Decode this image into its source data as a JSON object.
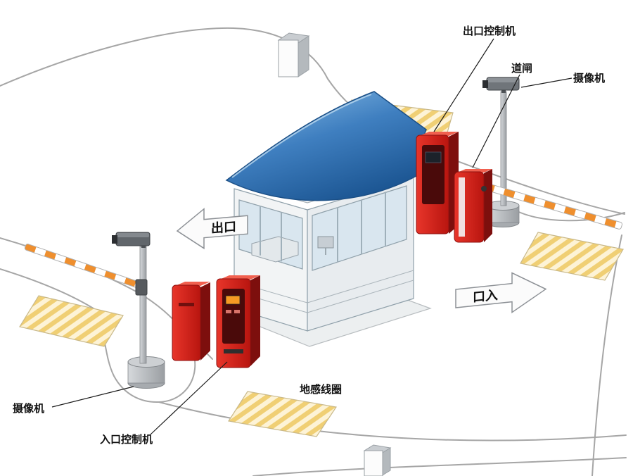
{
  "diagram": {
    "labels": {
      "exit_controller": "出口控制机",
      "barrier_gate": "道闸",
      "camera_top_right": "摄像机",
      "camera_bottom_left": "摄像机",
      "entrance_controller": "入口控制机",
      "ground_loop": "地感线圈"
    },
    "signs": {
      "exit_arrow": "出口",
      "entrance_arrow": "口入"
    },
    "colors": {
      "machine_red": "#d2261d",
      "machine_red_dark": "#7d0f0d",
      "canopy_blue": "#2e6fb0",
      "mat_yellow": "#f0cf74",
      "arm_orange": "#ef8f2e",
      "road_gray": "#a6a6a6"
    }
  }
}
